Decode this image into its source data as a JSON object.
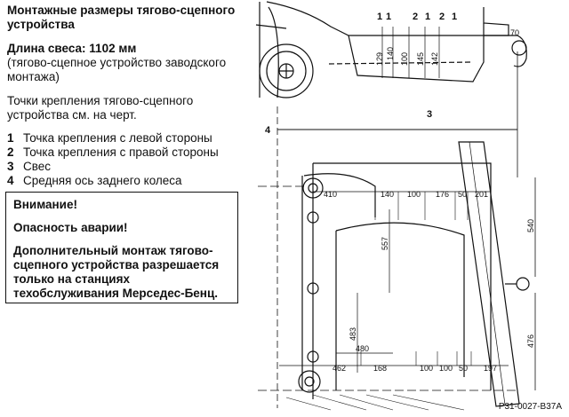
{
  "title": "Монтажные размеры тягово-сцепного устройства",
  "overhang": {
    "label": "Длина свеса: 1102 мм",
    "note": "(тягово-сцепное устройство заводского монтажа)"
  },
  "mounting_note": "Точки крепления тягово-сцепного устройства см. на черт.",
  "legend": [
    {
      "num": "1",
      "text": "Точка крепления с левой стороны"
    },
    {
      "num": "2",
      "text": "Точка крепления с правой стороны"
    },
    {
      "num": "3",
      "text": "Свес"
    },
    {
      "num": "4",
      "text": "Средняя ось заднего колеса"
    }
  ],
  "warning": {
    "heading": "Внимание!",
    "danger": "Опасность аварии!",
    "body": "Дополнительный монтаж тягово-сцепного устройства разрешается только на станциях техобслуживания Мерседес-Бенц."
  },
  "drawing": {
    "side_callouts": [
      "1",
      "1",
      "2",
      "1",
      "2",
      "1"
    ],
    "side_dims": [
      "129",
      "140",
      "100",
      "145",
      "142"
    ],
    "hitch_dim": "70",
    "overhang_callout": "3",
    "axle_callout": "4",
    "top_dims": [
      "410",
      "140",
      "100",
      "176",
      "50",
      "201"
    ],
    "bottom_dims": [
      "462",
      "168",
      "100",
      "100",
      "50",
      "197"
    ],
    "vertical_dims": [
      "557",
      "483",
      "480",
      "540",
      "476"
    ]
  },
  "figure_ref": "P31-0027-B37A"
}
